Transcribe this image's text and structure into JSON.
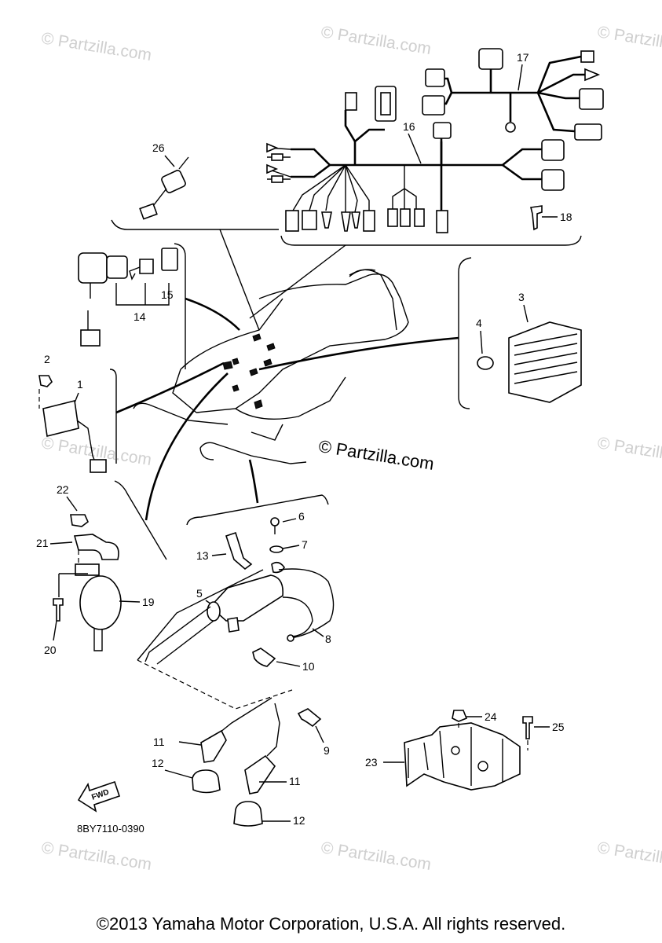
{
  "diagram_code": "8BY7110-0390",
  "copyright": "©2013 Yamaha Motor Corporation, U.S.A. All rights reserved.",
  "center_watermark": "© Partzilla.com",
  "watermark_text": "© Partzilla.com",
  "fwd_label": "FWD",
  "callouts": {
    "c1": "1",
    "c2": "2",
    "c3": "3",
    "c4": "4",
    "c5": "5",
    "c6": "6",
    "c7": "7",
    "c8": "8",
    "c9": "9",
    "c10": "10",
    "c11a": "11",
    "c11b": "11",
    "c12a": "12",
    "c12b": "12",
    "c13": "13",
    "c14": "14",
    "c15": "15",
    "c16": "16",
    "c17": "17",
    "c18": "18",
    "c19": "19",
    "c20": "20",
    "c21": "21",
    "c22": "22",
    "c23": "23",
    "c24": "24",
    "c25": "25",
    "c26": "26"
  },
  "colors": {
    "ink": "#000000",
    "watermark": "#cfcfcf",
    "background": "#ffffff"
  }
}
